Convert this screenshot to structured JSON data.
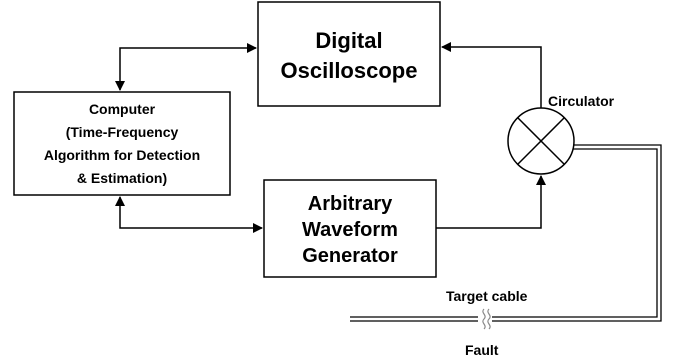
{
  "blocks": {
    "oscilloscope": {
      "lines": [
        "Digital",
        "Oscilloscope"
      ]
    },
    "computer": {
      "lines": [
        "Computer",
        "(Time-Frequency",
        "Algorithm for Detection",
        "& Estimation)"
      ]
    },
    "awg": {
      "lines": [
        "Arbitrary",
        "Waveform",
        "Generator"
      ]
    }
  },
  "labels": {
    "circulator": "Circulator",
    "target_cable": "Target cable",
    "fault": "Fault"
  }
}
